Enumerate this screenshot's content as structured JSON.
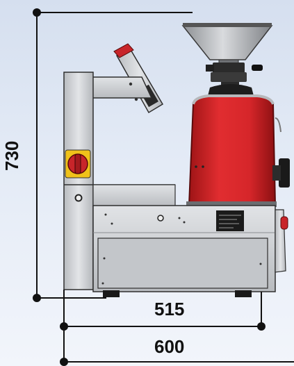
{
  "dimensions": {
    "height": "730",
    "depth": "515",
    "width": "600"
  },
  "colors": {
    "body_red": "#d6262a",
    "frame_grey": "#c7c9cc",
    "line_black": "#111111",
    "background": "#dfe7f3"
  },
  "icons": {
    "power_switch": "rotary-switch-icon"
  }
}
